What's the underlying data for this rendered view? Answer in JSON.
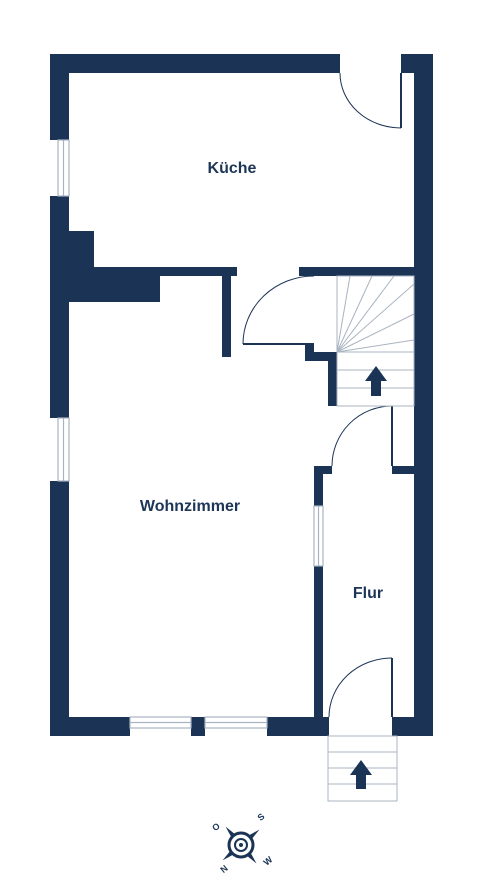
{
  "colors": {
    "wall": "#1b3456",
    "line": "#a9b4c0",
    "background": "#ffffff"
  },
  "rooms": {
    "kitchen": "Küche",
    "living": "Wohnzimmer",
    "hall": "Flur"
  },
  "compass": {
    "north": "N",
    "east": "O",
    "south": "S",
    "west": "W"
  },
  "icons": [
    "stair-up-arrow-icon",
    "compass-rose-icon"
  ]
}
